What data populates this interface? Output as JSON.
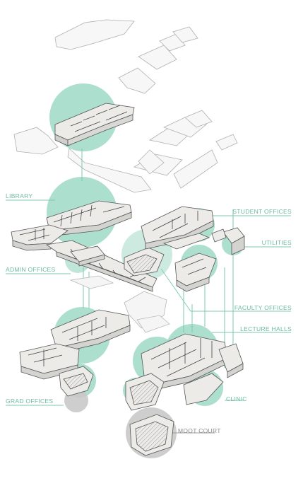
{
  "colors": {
    "accent": "#7ccab0",
    "accent_circle": "#9fd9c6",
    "grey_circle": "#c9c9c9",
    "building_fill": "#e9e9e7",
    "building_stroke": "#5a5a5a",
    "outline_stroke": "#9a9a9a"
  },
  "labels": {
    "library": "LIBRARY",
    "admin_offices": "ADMIN OFFICES",
    "grad_offices": "GRAD OFFICES",
    "student_offices": "STUDENT OFFICES",
    "utilities": "UTILITIES",
    "faculty_offices": "FACULTY OFFICES",
    "lecture_halls": "LECTURE HALLS",
    "clinic": "CLINIC",
    "moot_court": "MOOT COURT"
  }
}
